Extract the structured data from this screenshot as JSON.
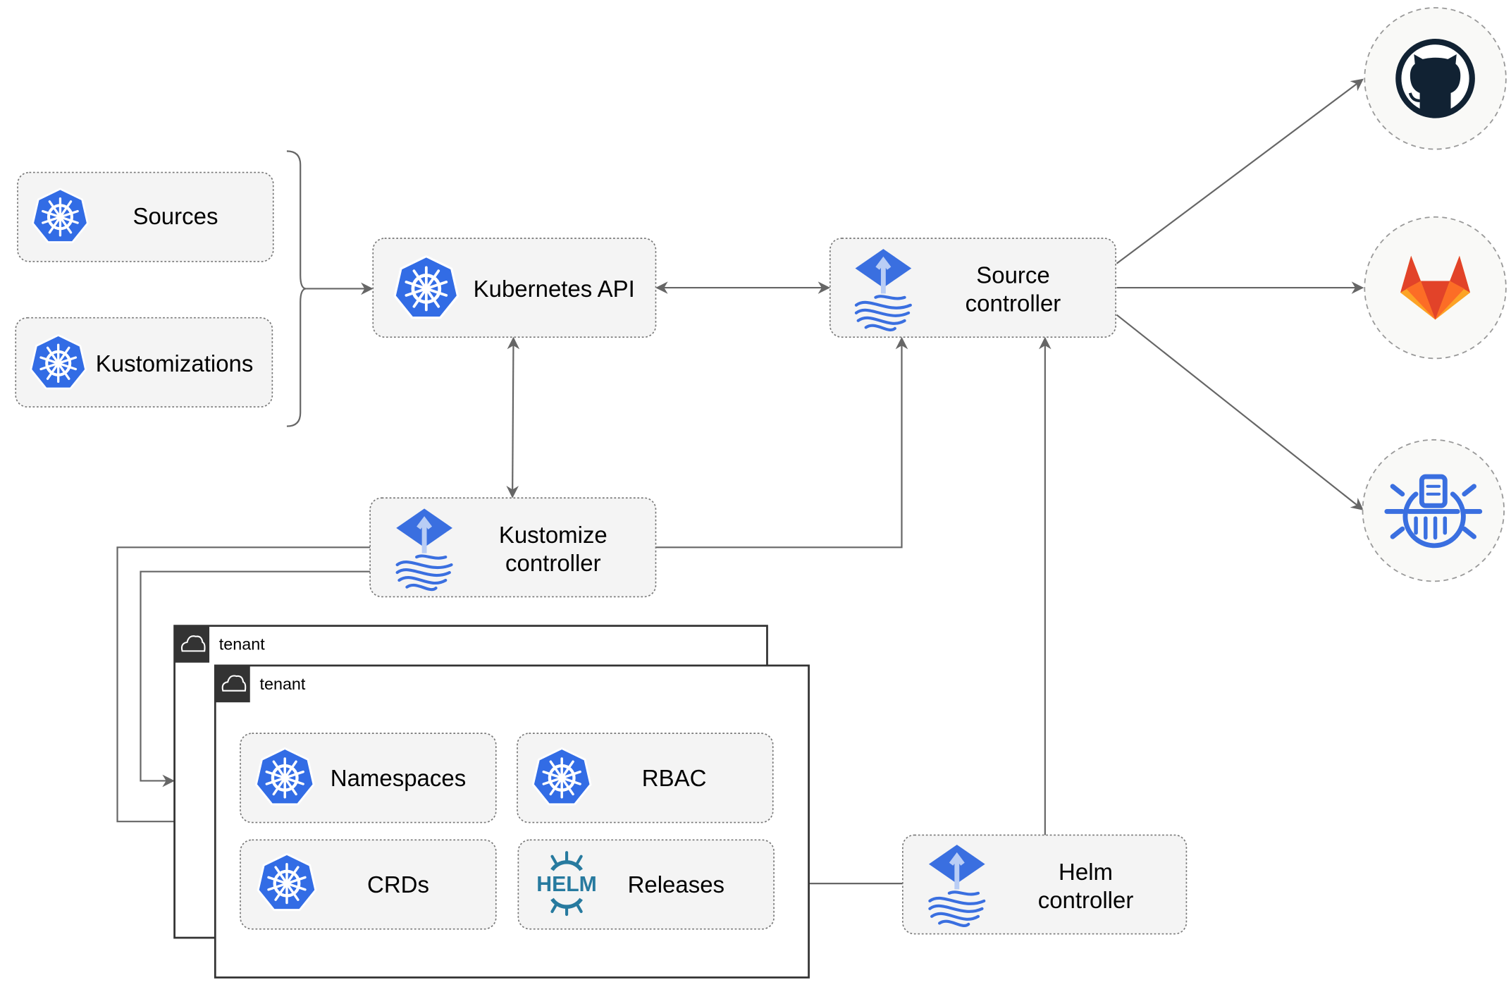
{
  "nodes": {
    "sources": "Sources",
    "kustomizations": "Kustomizations",
    "kubernetes_api": "Kubernetes API",
    "source_controller": [
      "Source",
      "controller"
    ],
    "kustomize_controller": [
      "Kustomize",
      "controller"
    ],
    "helm_controller": [
      "Helm",
      "controller"
    ],
    "namespaces": "Namespaces",
    "rbac": "RBAC",
    "crds": "CRDs",
    "releases": "Releases"
  },
  "tenants": [
    "tenant",
    "tenant"
  ],
  "helm_logo_text": "HELM",
  "external_sources": [
    "github-icon",
    "gitlab-icon",
    "helm-repository-icon"
  ],
  "colors": {
    "kubernetes_blue": "#326ce5",
    "flux_blue": "#3a6fe0",
    "helm_teal": "#277a9f",
    "gitlab_orange": "#e24329",
    "github_dark": "#112233"
  }
}
